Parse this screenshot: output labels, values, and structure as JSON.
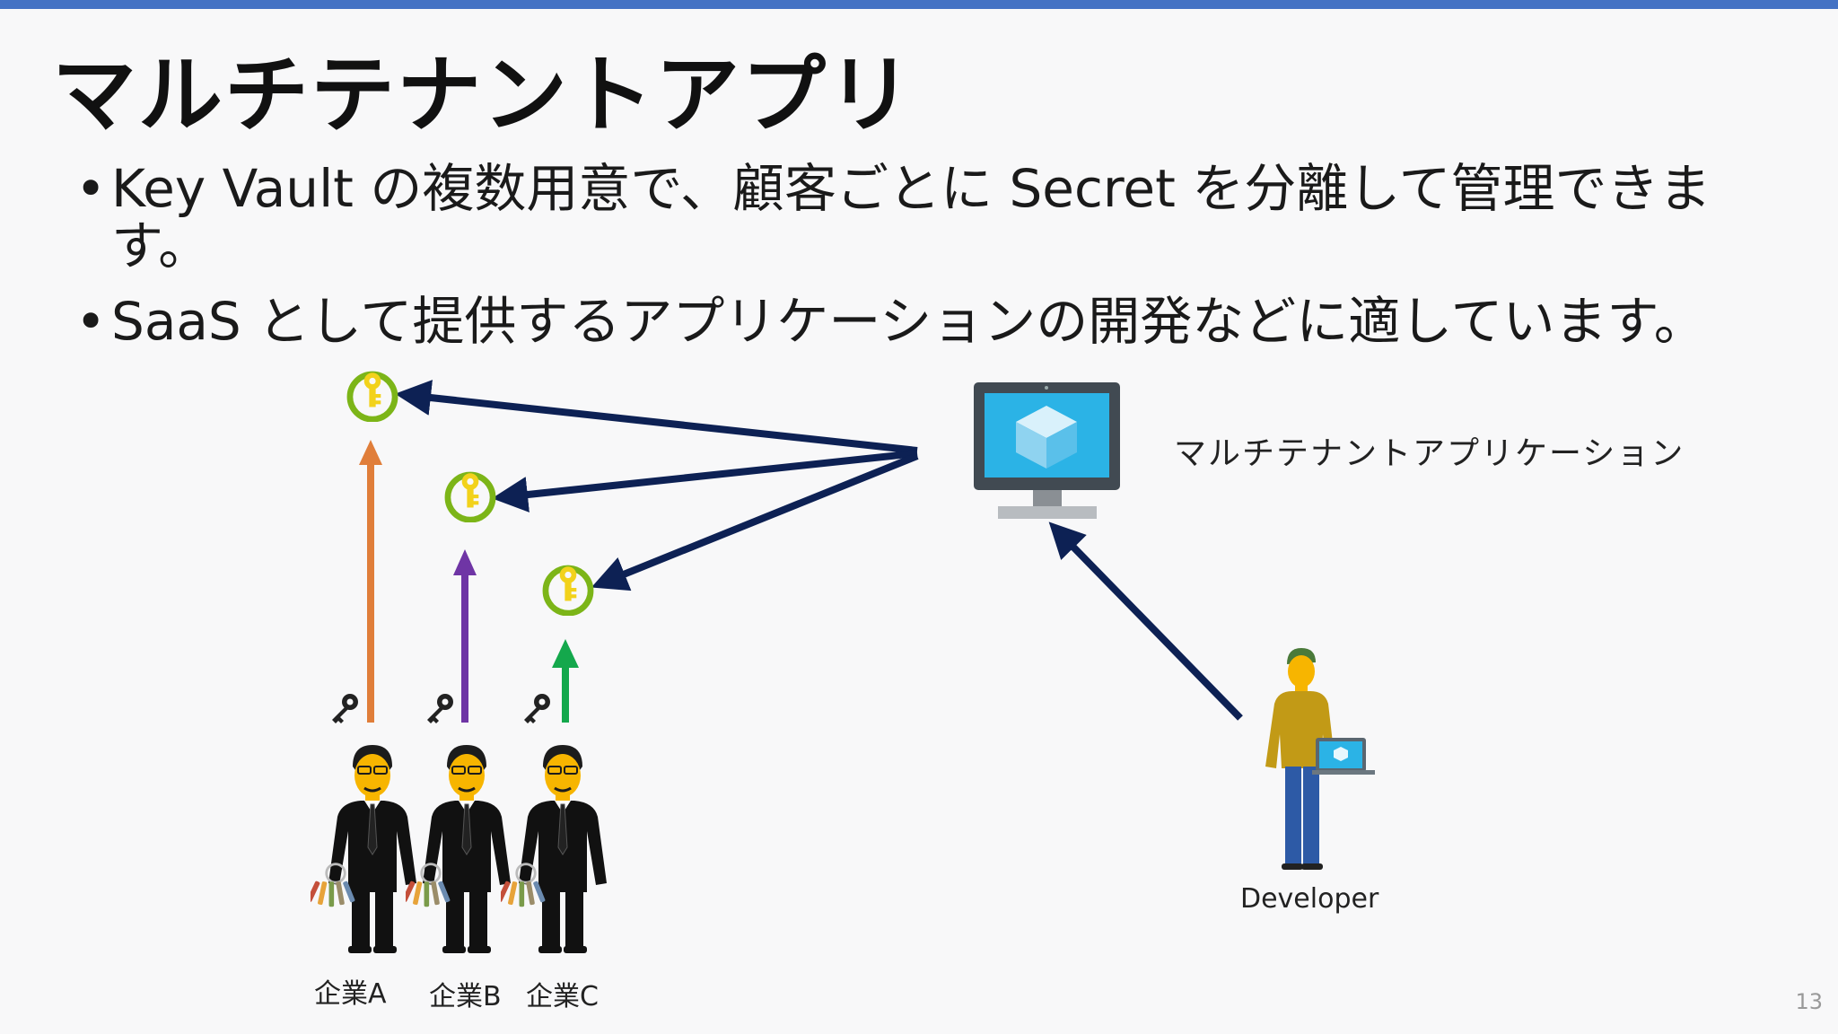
{
  "slide": {
    "title": "マルチテナントアプリ",
    "bullets": [
      "Key Vault の複数用意で、顧客ごとに Secret を分離して管理できます。",
      "SaaS として提供するアプリケーションの開発などに適しています。"
    ],
    "page_number": "13"
  },
  "diagram": {
    "app_label": "マルチテナントアプリケーション",
    "developer_label": "Developer",
    "companies": [
      "企業A",
      "企業B",
      "企業C"
    ],
    "icons": {
      "vault": "key-vault-icon",
      "monitor": "monitor-icon",
      "developer": "developer-icon",
      "person": "businessman-icon",
      "key": "key-icon"
    },
    "colors": {
      "arrow_main": "#0d2154",
      "arrow_a": "#e07e3a",
      "arrow_b": "#6f35a5",
      "arrow_c": "#14a84c",
      "vault_ring": "#7cb518",
      "vault_key": "#f2d21b",
      "monitor_screen": "#2bb3e6"
    }
  }
}
